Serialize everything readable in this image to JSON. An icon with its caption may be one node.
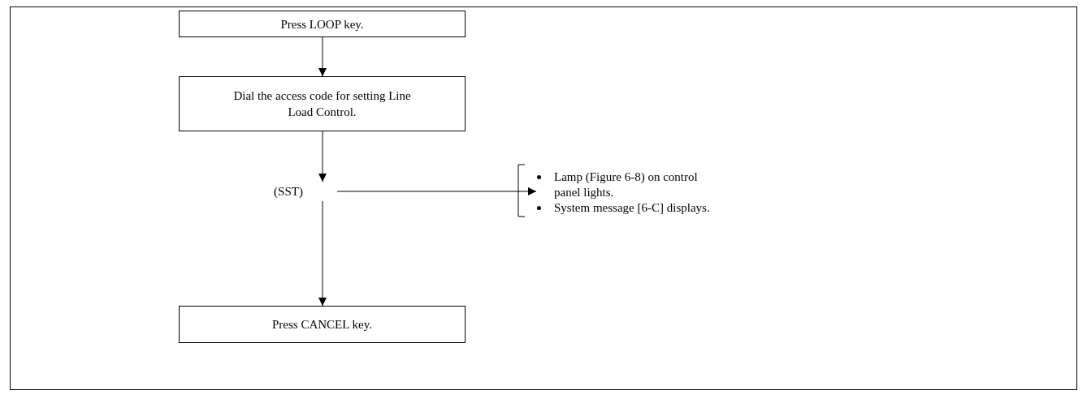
{
  "diagram": {
    "nodes": [
      {
        "text": [
          "Press LOOP key."
        ]
      },
      {
        "text": [
          "Dial the access code for setting Line Load Control."
        ]
      },
      {
        "text": [
          "(SST)"
        ]
      },
      {
        "text": [
          "Lamp (Figure 6-8) on control panel lights.",
          "System message [6-C] displays."
        ]
      },
      {
        "text": [
          "Press CANCEL key."
        ]
      }
    ],
    "edges": [
      {
        "from": 0,
        "to": 1,
        "arrow": "to"
      },
      {
        "from": 1,
        "to": 2,
        "arrow": "to"
      },
      {
        "from": 2,
        "to": 3,
        "arrow": "to"
      },
      {
        "from": 2,
        "to": 4,
        "arrow": "to"
      }
    ]
  }
}
